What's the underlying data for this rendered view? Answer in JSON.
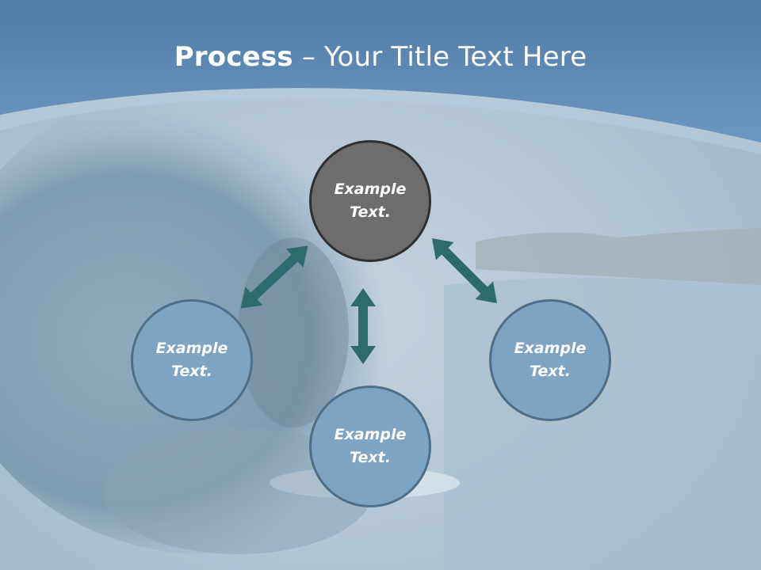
{
  "title": {
    "bold": "Process",
    "rest": " – Your Title Text Here"
  },
  "nodes": {
    "top": {
      "line1": "Example",
      "line2": "Text."
    },
    "left": {
      "line1": "Example",
      "line2": "Text."
    },
    "bottom": {
      "line1": "Example",
      "line2": "Text."
    },
    "right": {
      "line1": "Example",
      "line2": "Text."
    }
  },
  "colors": {
    "header": "#5f8ab4",
    "arrow": "#2e6b6b",
    "node_dark": "#6d6d6d",
    "node_blue": "#7ea4c3"
  }
}
